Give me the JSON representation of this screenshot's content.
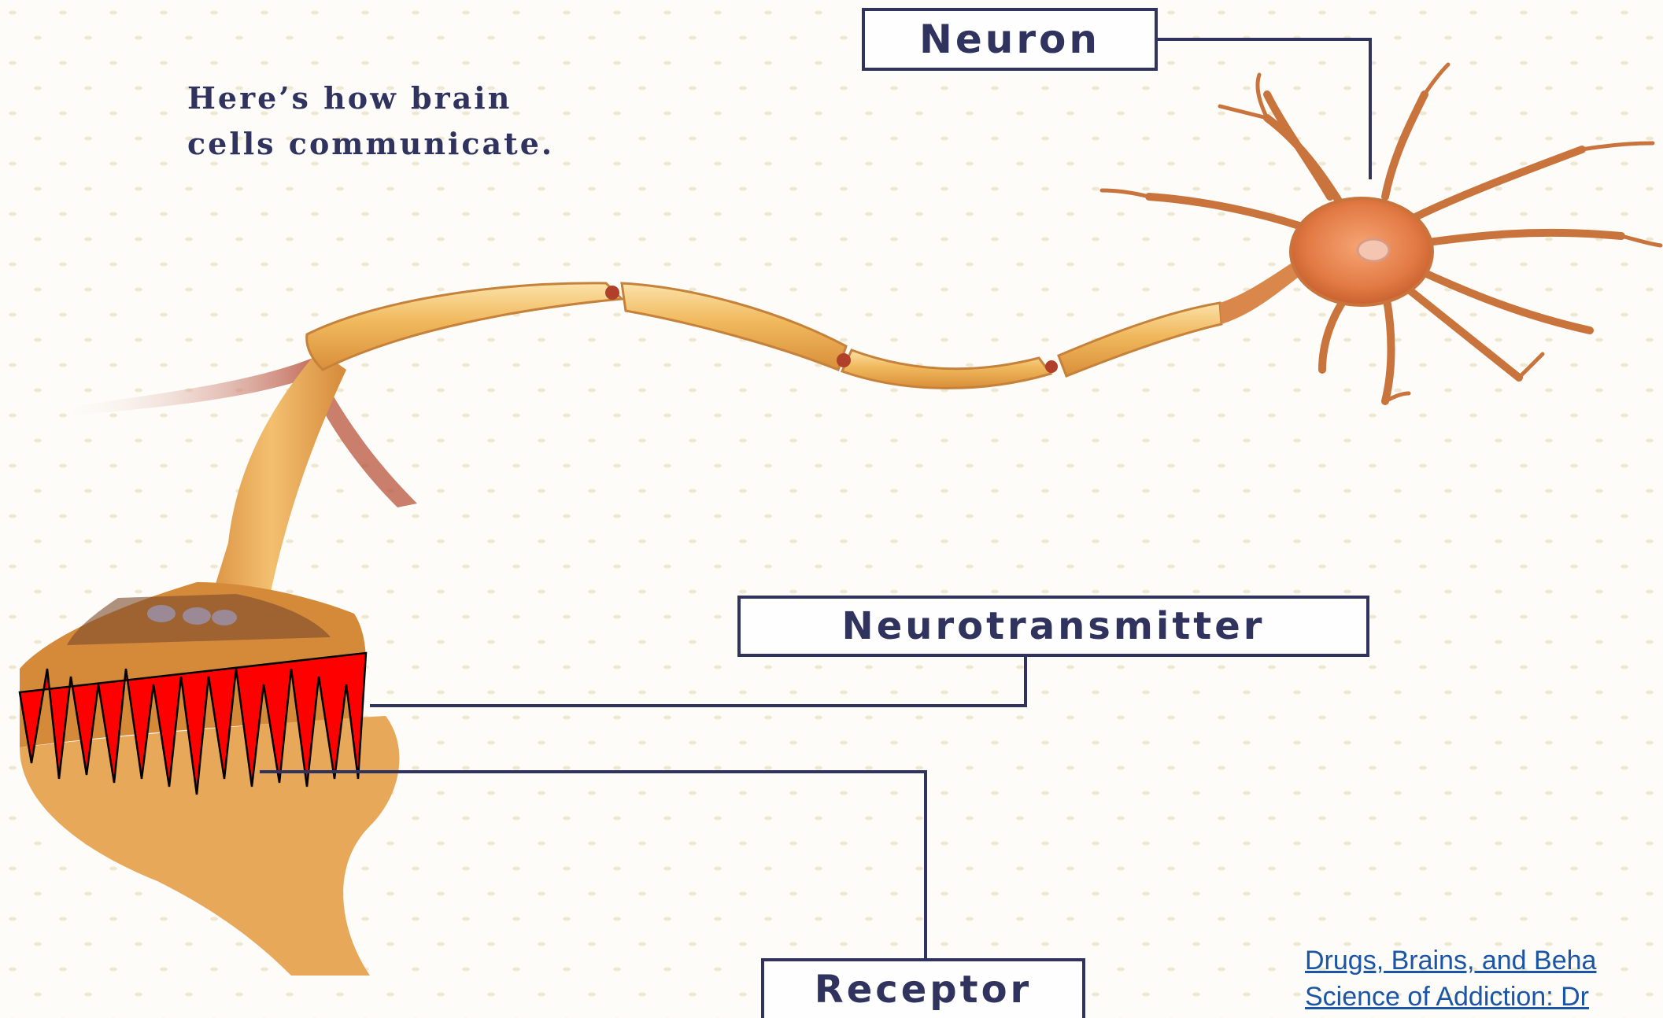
{
  "heading": {
    "line1": "Here’s how brain",
    "line2": "cells communicate."
  },
  "labels": {
    "neuron": "Neuron",
    "neurotransmitter": "Neurotransmitter",
    "receptor": "Receptor"
  },
  "citation": {
    "line1": "Drugs, Brains, and Beha",
    "line2": "Science of Addiction: Dr"
  },
  "colors": {
    "label_navy": "#2f335e",
    "axon_orange": "#e9a84e",
    "axon_light": "#f7d08a",
    "cell_body": "#e07a48",
    "dendrite": "#c9743c",
    "scribble_red": "#ff0000",
    "link_blue": "#1a55a6"
  }
}
